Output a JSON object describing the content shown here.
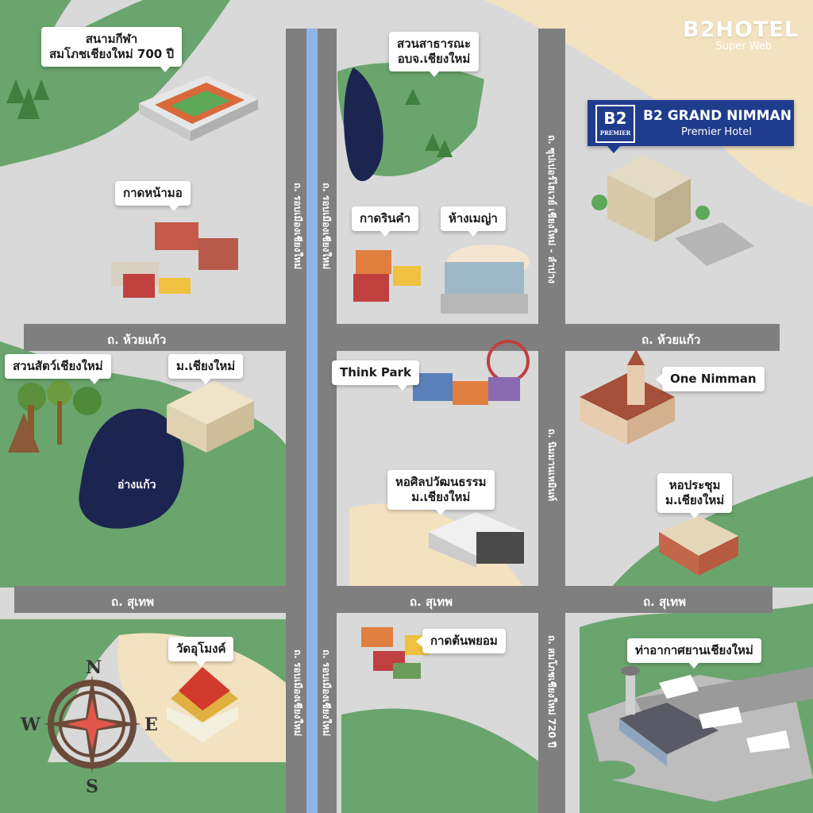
{
  "brand": {
    "title": "B2HOTEL",
    "subtitle": "Super Web"
  },
  "hotel": {
    "logo": "B2",
    "logo_sub": "PREMIER",
    "name": "B2 GRAND NIMMAN",
    "tagline": "Premier Hotel"
  },
  "landmarks": {
    "stadium": [
      "สนามกีฬา",
      "สมโภชเชียงใหม่ 700 ปี"
    ],
    "park": [
      "สวนสาธารณะ",
      "อบจ.เชียงใหม่"
    ],
    "kad_na_mor": "กาดหน้ามอ",
    "kad_rin_kham": "กาดรินคำ",
    "maya": "ห้างเมญ่า",
    "zoo": "สวนสัตว์เชียงใหม่",
    "cmu": "ม.เชียงใหม่",
    "think_park": "Think Park",
    "one_nimman": "One Nimman",
    "art_center": [
      "หอศิลปวัฒนธรรม",
      "ม.เชียงใหม่"
    ],
    "convention": [
      "หอประชุม",
      "ม.เชียงใหม่"
    ],
    "wat_umong": "วัดอุโมงค์",
    "kad_ton_payom": "กาดต้นพยอม",
    "airport": "ท่าอากาศยานเชียงใหม่",
    "ang_kaew": "อ่างแก้ว"
  },
  "roads": {
    "huay_kaew_w": "ถ. ห้วยแก้ว",
    "huay_kaew_e": "ถ. ห้วยแก้ว",
    "suthep_w": "ถ. สุเทพ",
    "suthep_c": "ถ. สุเทพ",
    "suthep_e": "ถ. สุเทพ",
    "canal_w_top": "ถ. รอบเมืองเชียงใหม่",
    "canal_e_top": "ถ. รอบเมืองเชียงใหม่",
    "canal_w_bot": "ถ. รอบเมืองเชียงใหม่",
    "canal_e_bot": "ถ. รอบเมืองเชียงใหม่",
    "superhighway": "ถ. ซุปเปอร์ไฮเวย์ เชียงใหม่ - ลำปาง",
    "nimman": "ถ. นิมมานเหมินท์",
    "sompoch": "ถ. สมโภชเชียงใหม่ 720 ปี"
  },
  "compass": {
    "n": "N",
    "s": "S",
    "e": "E",
    "w": "W"
  },
  "colors": {
    "road": "#7f7f7f",
    "ground": "#d9d9d9",
    "green": "#6aa56d",
    "sand": "#f3e2c0",
    "water": "#1c2450",
    "canal": "#8fb4e6",
    "hotel": "#1f3c8c"
  }
}
